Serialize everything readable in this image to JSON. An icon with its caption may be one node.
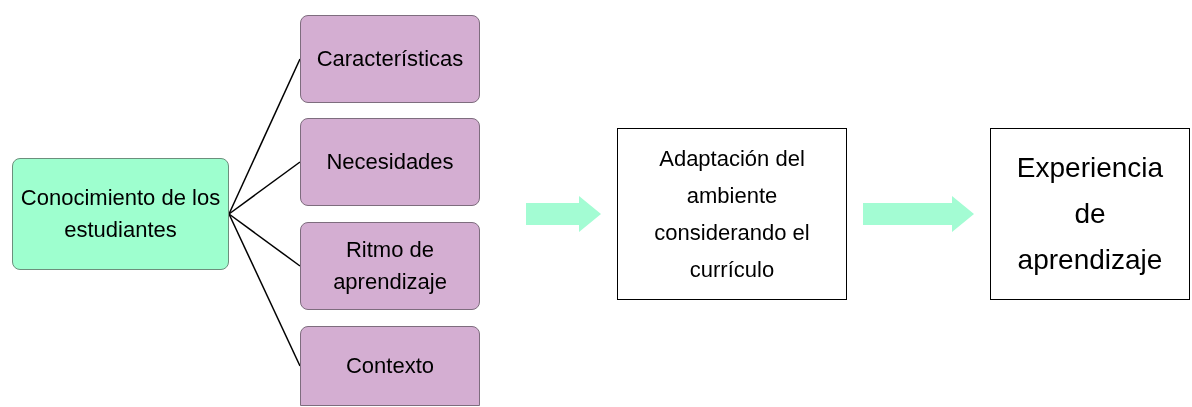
{
  "diagram": {
    "nodes": [
      {
        "text": [
          "Conocimiento de los estudiantes"
        ]
      },
      {
        "text": [
          "Características"
        ]
      },
      {
        "text": [
          "Necesidades"
        ]
      },
      {
        "text": [
          "Ritmo de aprendizaje"
        ]
      },
      {
        "text": [
          "Contexto"
        ]
      },
      {
        "text": [
          "Adaptación del ambiente considerando el currículo"
        ]
      },
      {
        "text": [
          "Experiencia de aprendizaje"
        ]
      }
    ],
    "edges": [
      {
        "from": 0,
        "to": 1,
        "arrow": "none"
      },
      {
        "from": 0,
        "to": 2,
        "arrow": "none"
      },
      {
        "from": 0,
        "to": 3,
        "arrow": "none"
      },
      {
        "from": 0,
        "to": 4,
        "arrow": "none"
      },
      {
        "from": null,
        "to": 5,
        "arrow": "to",
        "style": "thick",
        "color": "#a3fcd3"
      },
      {
        "from": 5,
        "to": 6,
        "arrow": "to",
        "style": "thick",
        "color": "#a3fcd3"
      }
    ]
  }
}
